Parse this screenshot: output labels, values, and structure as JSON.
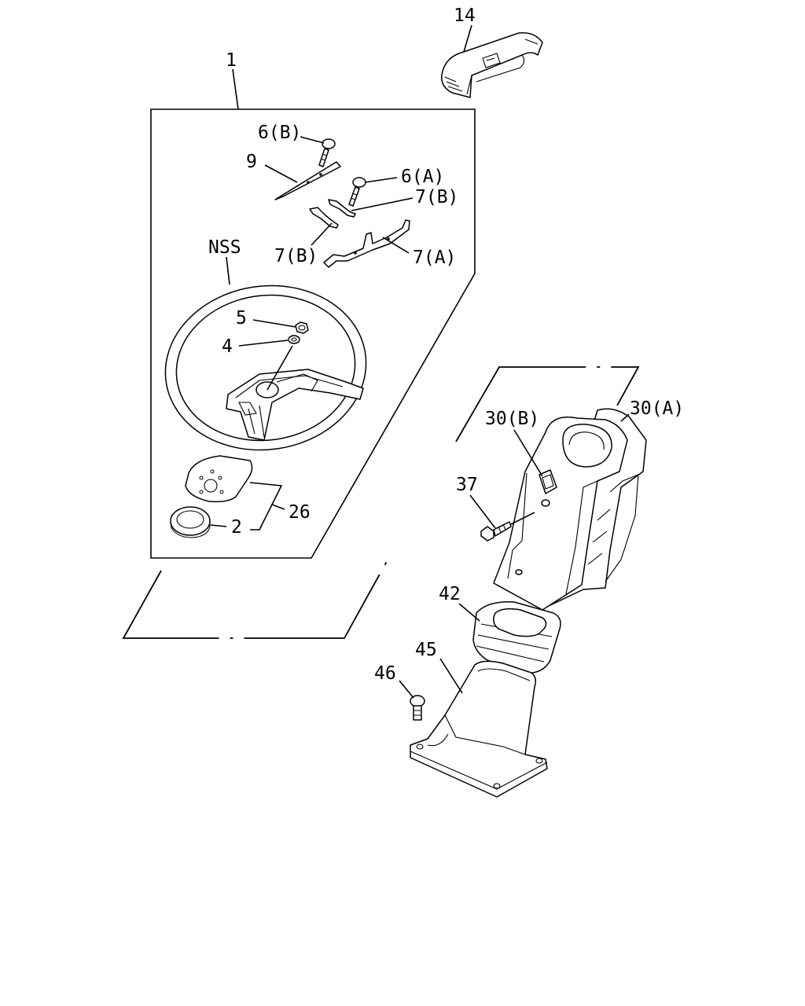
{
  "diagram": {
    "callouts": {
      "c14": "14",
      "c1": "1",
      "c6b": "6(B)",
      "c9": "9",
      "c6a": "6(A)",
      "c7b_right": "7(B)",
      "c7b_left": "7(B)",
      "c7a": "7(A)",
      "cnss": "NSS",
      "c5": "5",
      "c4": "4",
      "c26": "26",
      "c2": "2",
      "c30b": "30(B)",
      "c30a": "30(A)",
      "c37": "37",
      "c42": "42",
      "c45": "45",
      "c46": "46"
    }
  }
}
